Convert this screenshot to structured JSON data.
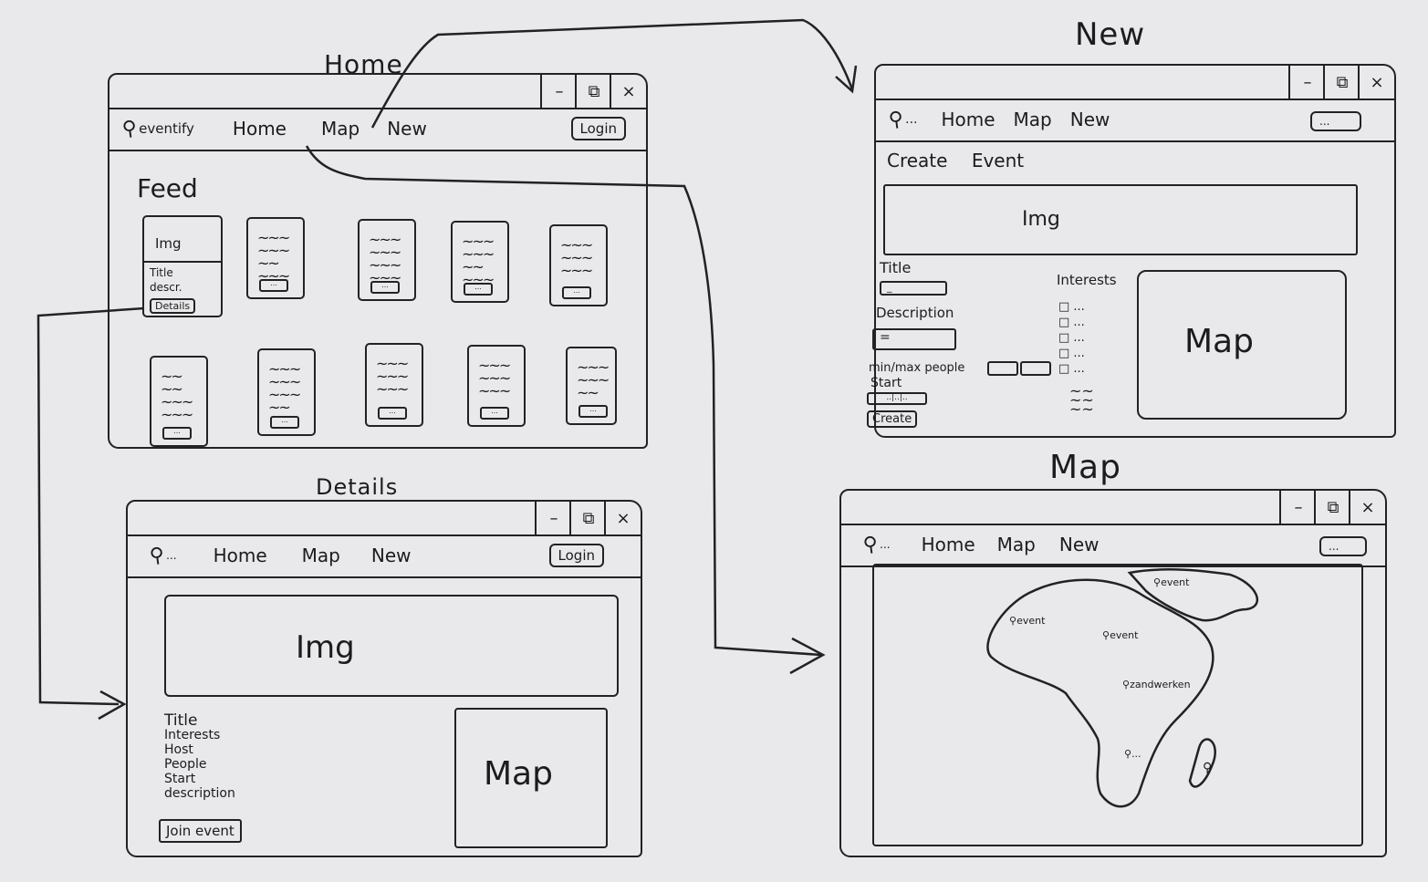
{
  "screens": {
    "home": {
      "title": "Home",
      "logo": "eventify",
      "nav": [
        "Home",
        "Map",
        "New"
      ],
      "login": "Login",
      "feed_heading": "Feed",
      "first_card": {
        "img": "Img",
        "title": "Title",
        "descr": "descr.",
        "button": "Details"
      },
      "card_button": "..."
    },
    "new": {
      "title": "New",
      "logo": "...",
      "nav": [
        "Home",
        "Map",
        "New"
      ],
      "login": "...",
      "heading_1": "Create",
      "heading_2": "Event",
      "img": "Img",
      "title_label": "Title",
      "title_value": "_",
      "description_label": "Description",
      "description_value": "=",
      "people_label": "min/max people",
      "start_label": "Start",
      "start_value": "..|..|..",
      "create_button": "Create",
      "interests_label": "Interests",
      "interest_items": [
        "...",
        "...",
        "...",
        "...",
        "..."
      ],
      "map": "Map"
    },
    "details": {
      "title": "Details",
      "logo": "...",
      "nav": [
        "Home",
        "Map",
        "New"
      ],
      "login": "Login",
      "img": "Img",
      "fields": [
        "Title",
        "Interests",
        "Host",
        "People",
        "Start",
        "description"
      ],
      "join_button": "Join event",
      "map": "Map"
    },
    "map": {
      "title": "Map",
      "logo": "...",
      "nav": [
        "Home",
        "Map",
        "New"
      ],
      "login": "...",
      "markers": [
        "event",
        "event",
        "event",
        "zandwerken",
        "..."
      ]
    }
  },
  "window_controls": [
    "–",
    "⧉",
    "×"
  ],
  "icons": {
    "logo": "location-pin-icon",
    "minimize": "minimize-icon",
    "restore": "restore-icon",
    "close": "close-icon"
  }
}
